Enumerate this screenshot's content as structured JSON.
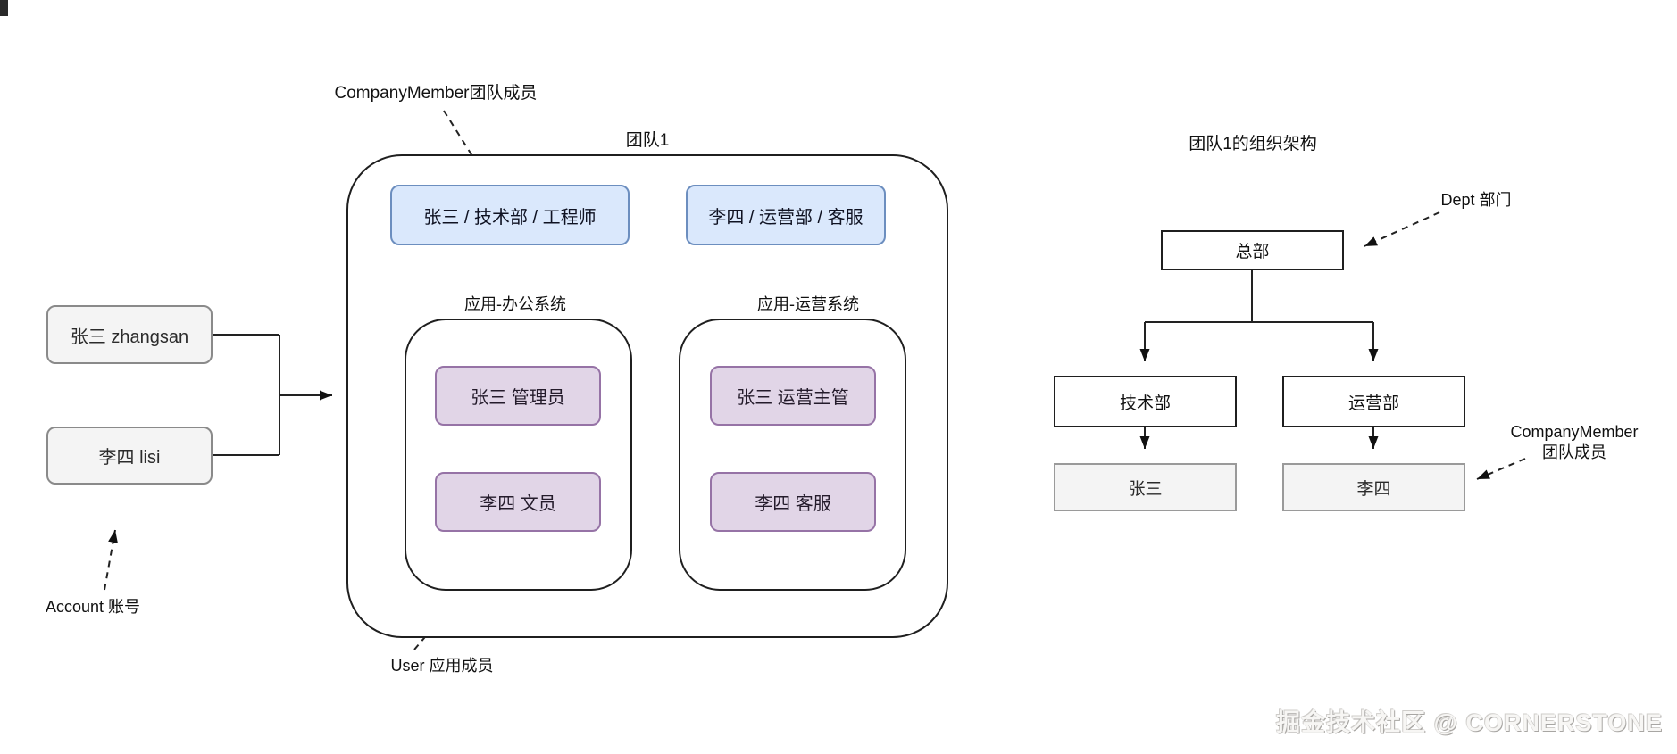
{
  "diagram": {
    "left": {
      "member_pointer_label": "CompanyMember团队成员",
      "team_title": "团队1",
      "accounts": [
        "张三 zhangsan",
        "李四 lisi"
      ],
      "account_pointer_label": "Account 账号",
      "user_pointer_label": "User 应用成员",
      "team_members": [
        "张三 / 技术部 / 工程师",
        "李四 / 运营部 / 客服"
      ],
      "apps": [
        {
          "title": "应用-办公系统",
          "users": [
            "张三 管理员",
            "李四 文员"
          ]
        },
        {
          "title": "应用-运营系统",
          "users": [
            "张三 运营主管",
            "李四 客服"
          ]
        }
      ]
    },
    "right": {
      "title": "团队1的组织架构",
      "dept_pointer_label": "Dept 部门",
      "member_pointer_label_line1": "CompanyMember",
      "member_pointer_label_line2": "团队成员",
      "root_dept": "总部",
      "depts": [
        "技术部",
        "运营部"
      ],
      "members": [
        "张三",
        "李四"
      ]
    },
    "watermark": "掘金技术社区 @ CORNERSTONE",
    "colors": {
      "member_chip_fill": "#dae8fc",
      "member_chip_border": "#6c8ebf",
      "user_chip_fill": "#e1d5e7",
      "user_chip_border": "#9673a6",
      "account_fill": "#f4f4f4",
      "line": "#1f1f1f"
    }
  }
}
